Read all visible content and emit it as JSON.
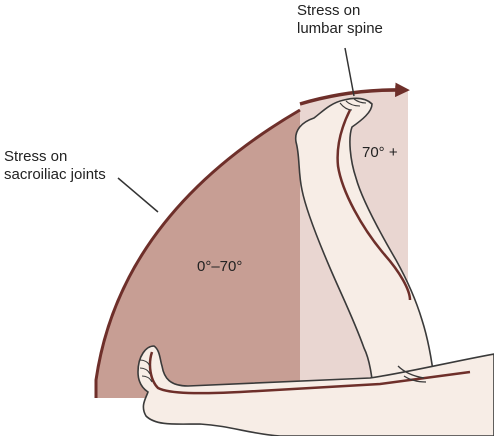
{
  "labels": {
    "lumbar_line1": "Stress on",
    "lumbar_line2": "lumbar spine",
    "sacro_line1": "Stress on",
    "sacro_line2": "sacroiliac joints",
    "range_low": "0°–70°",
    "range_high": "70° +"
  },
  "colors": {
    "sector_fill": "#c79e94",
    "upper_sector_fill": "#e9d6d1",
    "arc_stroke": "#6e2f2a",
    "skin_fill": "#f7ede6",
    "skin_outline": "#3a3a3a"
  }
}
